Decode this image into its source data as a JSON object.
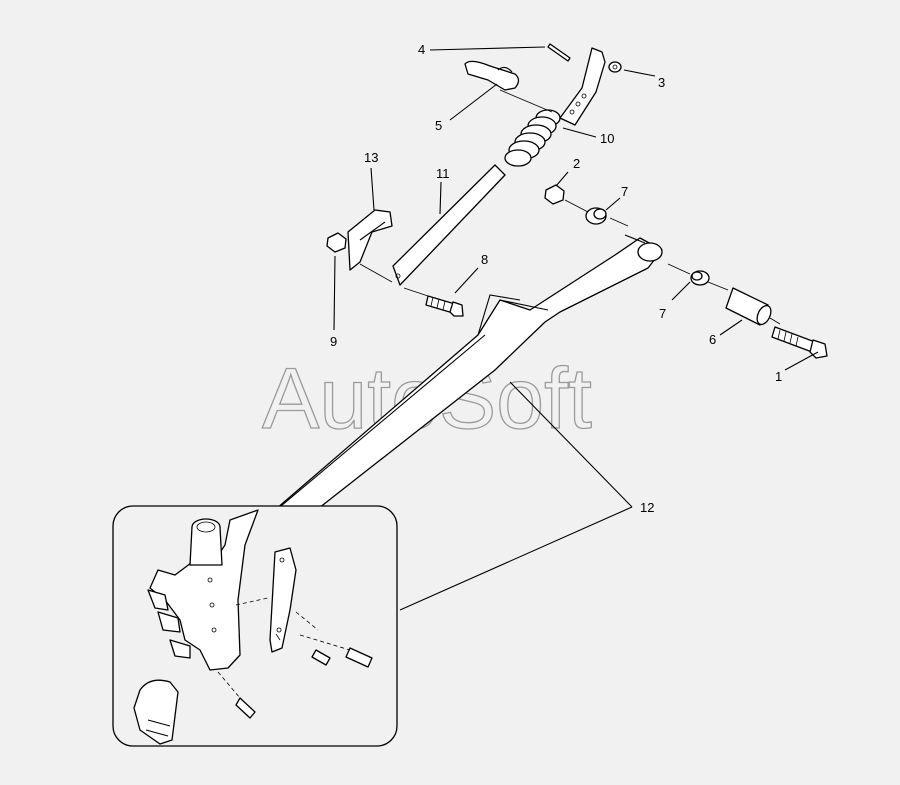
{
  "watermark": "AutoSoft",
  "callouts": {
    "c1": "1",
    "c2": "2",
    "c3": "3",
    "c4": "4",
    "c5": "5",
    "c6": "6",
    "c7a": "7",
    "c7b": "7",
    "c8": "8",
    "c9": "9",
    "c10": "10",
    "c11": "11",
    "c12": "12",
    "c13": "13"
  }
}
